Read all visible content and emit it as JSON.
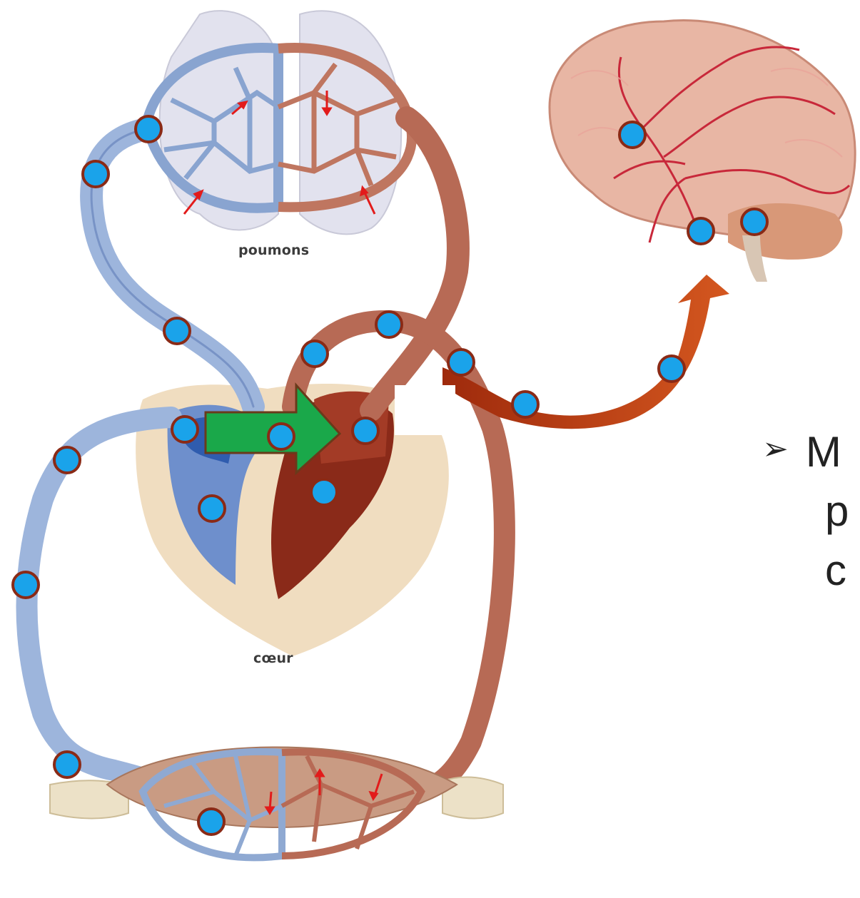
{
  "labels": {
    "lungs": "poumons",
    "heart": "cœur"
  },
  "bullet": {
    "marker": "➢",
    "lines": [
      "M",
      "p",
      "c"
    ]
  },
  "colors": {
    "vein": "#8fa9d2",
    "vein_dark": "#5e7db3",
    "artery": "#b05a45",
    "artery_dark": "#7d2a1c",
    "blood_dot": "#1aa3ea",
    "dot_outline": "#8a2a16",
    "green_arrow": "#1aa84a",
    "orange_arrow": "#c8481d"
  },
  "icons": [
    "lungs-illustration",
    "heart-illustration",
    "muscle-illustration",
    "brain-illustration",
    "green-arrow-icon",
    "orange-curved-arrow-icon",
    "blood-cell-dot-icon"
  ]
}
